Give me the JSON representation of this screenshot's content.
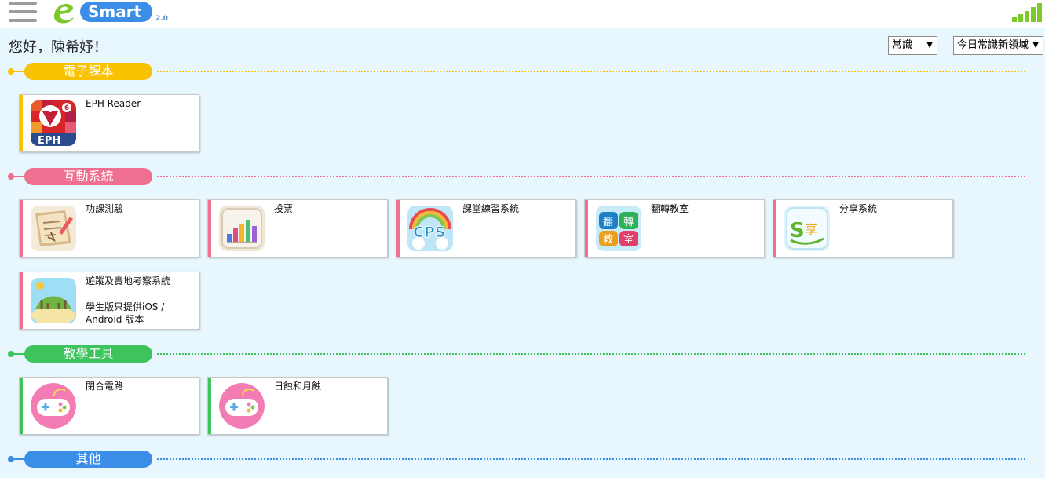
{
  "header": {
    "logo_text": "Smart",
    "logo_version": "2.0"
  },
  "greeting": "您好，陳希妤！",
  "filters": {
    "category": "常識",
    "topic": "今日常識新領域",
    "arrow": "▼"
  },
  "sections": [
    {
      "title": "電子課本",
      "color": "#f8c200",
      "cards": [
        {
          "title": "EPH Reader",
          "icon": "eph-reader-icon"
        }
      ]
    },
    {
      "title": "互動系統",
      "color": "#ee6f8f",
      "cards": [
        {
          "title": "功課測驗",
          "icon": "homework-quiz-icon"
        },
        {
          "title": "投票",
          "icon": "voting-chart-icon"
        },
        {
          "title": "課堂練習系統",
          "icon": "cps-icon"
        },
        {
          "title": "翻轉教室",
          "icon": "flipped-classroom-icon"
        },
        {
          "title": "分享系統",
          "icon": "share-system-icon"
        },
        {
          "title": "遊蹤及實地考察系統",
          "subtitle": "學生版只提供iOS / Android 版本",
          "icon": "field-trip-icon"
        }
      ]
    },
    {
      "title": "教學工具",
      "color": "#3ec45c",
      "cards": [
        {
          "title": "閉合電路",
          "icon": "gamepad-icon"
        },
        {
          "title": "日蝕和月蝕",
          "icon": "gamepad-icon"
        }
      ]
    },
    {
      "title": "其他",
      "color": "#3a8ee8",
      "cards": []
    }
  ],
  "colors": {
    "page_bg": "#e8f7fd",
    "topbar_bg": "#ffffff",
    "signal": "#7dc82b"
  }
}
